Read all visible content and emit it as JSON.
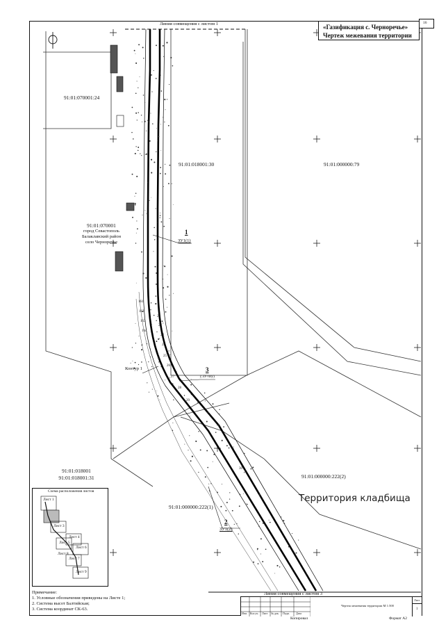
{
  "sheet_number": "16",
  "project": {
    "title": "«Газификация с. Черноречье»",
    "subtitle": "Чертеж межевания территории"
  },
  "match_lines": {
    "top": "Линия совмещения с листом 1",
    "bottom": "Линия совмещения с листом 3"
  },
  "parcels": {
    "p1": "91:01:070001:24",
    "p2": "91:01:018001:30",
    "p3": "91:01:000000:79",
    "p4_code": "91:01:070001",
    "p4_lines": [
      "город Севастополь",
      "Балаклавский район",
      "село Черноречье"
    ],
    "p5": "91:01:000000:222(2)",
    "p6": "91:01:000000:222(1)",
    "p7_lines": [
      "91:01:018001",
      "91:01:018001:31"
    ]
  },
  "zones": [
    {
      "num": "1",
      "label": "ЗУ1(1)"
    },
    {
      "num": "3",
      "label": "(:ЗУ/чзу)"
    },
    {
      "num": "2",
      "label": "ЗУ1(2)"
    }
  ],
  "contour_label": "Контур 1",
  "cemetery_label": "Территория кладбища",
  "inset": {
    "title": "Схема расположения листов",
    "sheets": [
      "Лист 1",
      "Лист 3",
      "Лист 4",
      "Лист 5",
      "Лист 6",
      "Лист 7",
      "Лист 8",
      "Лист 9"
    ]
  },
  "notes": {
    "heading": "Примечание:",
    "items": [
      "1.    Условные обозначения приведены на Листе 1;",
      "2.    Система высот Балтийская;",
      "3.    Система координат СК-63."
    ]
  },
  "stamp": {
    "drawing_title": "Чертеж межевания территории М 1:500",
    "sheet_label": "Лист",
    "sheet_value": "1",
    "columns": [
      "Изм.",
      "Кол.уч.",
      "Лист",
      "№ док.",
      "Подп.",
      "Дата"
    ],
    "copied": "Копировал",
    "format": "Формат А2"
  },
  "point_labels": [
    "161",
    "162",
    "163",
    "164",
    "21",
    "22",
    "23",
    "24",
    "25",
    "26",
    "27",
    "28",
    "29",
    "30"
  ]
}
